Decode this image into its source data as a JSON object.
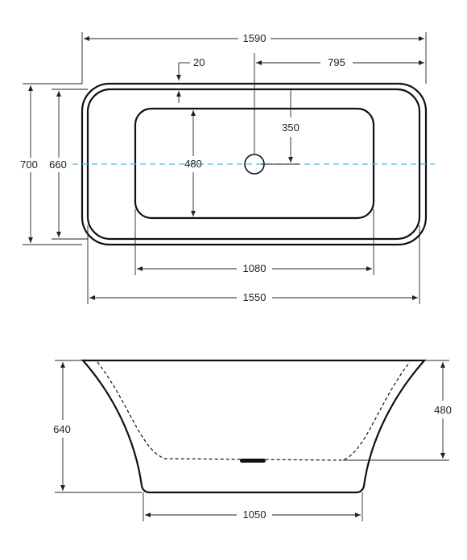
{
  "top_view": {
    "dims": {
      "overall_length": "1590",
      "offset_to_center": "795",
      "rim_thickness": "20",
      "waste_offset": "350",
      "overall_width": "700",
      "inner_width": "660",
      "basin_width": "480",
      "basin_length": "1080",
      "inner_length": "1550"
    },
    "centerline_color": "#4db8e8"
  },
  "side_view": {
    "dims": {
      "overall_height": "640",
      "basin_depth": "480",
      "base_length": "1050"
    }
  }
}
